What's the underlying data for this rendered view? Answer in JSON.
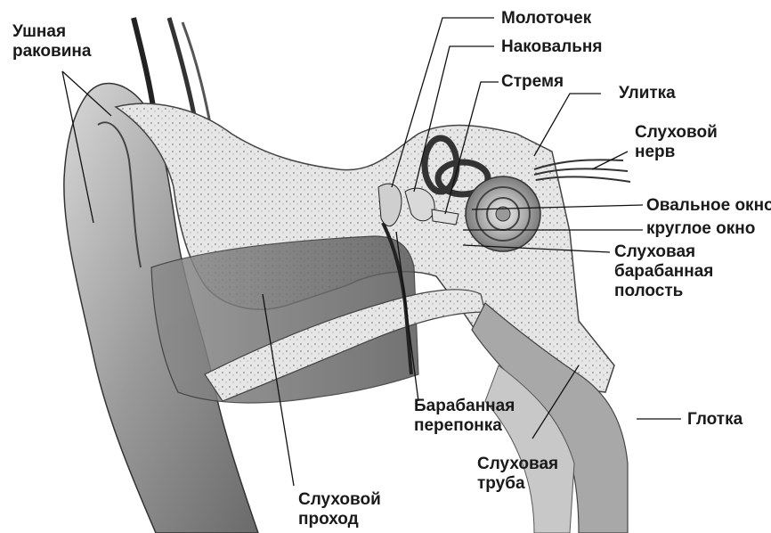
{
  "labels": {
    "auricle": [
      "Ушная",
      "раковина"
    ],
    "malleus": "Молоточек",
    "incus": "Наковальня",
    "stapes": "Стремя",
    "cochlea": "Улитка",
    "auditory_nerve": [
      "Слуховой",
      "нерв"
    ],
    "oval_window": "Овальное окно",
    "round_window": "круглое окно",
    "tympanic_cavity": [
      "Слуховая",
      "барабанная",
      "полость"
    ],
    "eardrum": [
      "Барабанная",
      "перепонка"
    ],
    "pharynx": "Глотка",
    "eustachian_tube": [
      "Слуховая",
      "труба"
    ],
    "ear_canal": [
      "Слуховой",
      "проход"
    ]
  }
}
